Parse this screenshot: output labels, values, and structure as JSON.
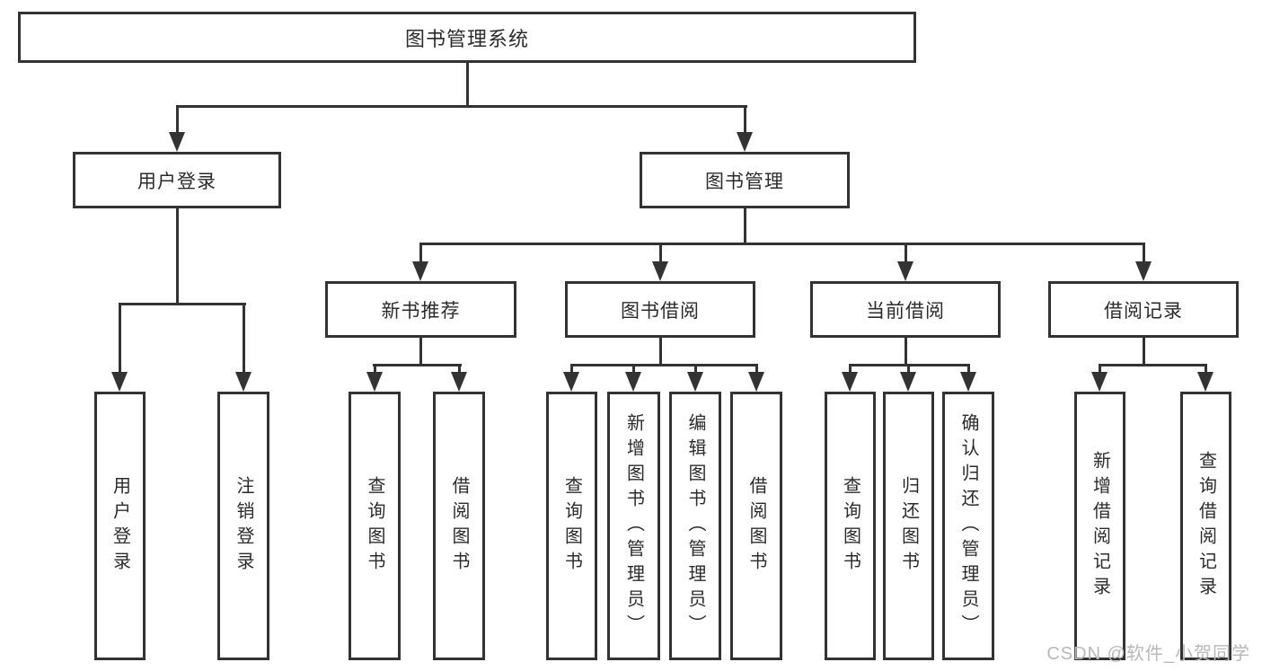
{
  "tree": {
    "root": {
      "label": "图书管理系统"
    },
    "branches": [
      {
        "label": "用户登录",
        "leaves": [
          {
            "label": "用户登录"
          },
          {
            "label": "注销登录"
          }
        ]
      },
      {
        "label": "图书管理",
        "groups": [
          {
            "label": "新书推荐",
            "leaves": [
              {
                "label": "查询图书"
              },
              {
                "label": "借阅图书"
              }
            ]
          },
          {
            "label": "图书借阅",
            "leaves": [
              {
                "label": "查询图书"
              },
              {
                "label": "新增图书（管理员）"
              },
              {
                "label": "编辑图书（管理员）"
              },
              {
                "label": "借阅图书"
              }
            ]
          },
          {
            "label": "当前借阅",
            "leaves": [
              {
                "label": "查询图书"
              },
              {
                "label": "归还图书"
              },
              {
                "label": "确认归还（管理员）"
              }
            ]
          },
          {
            "label": "借阅记录",
            "leaves": [
              {
                "label": "新增借阅记录"
              },
              {
                "label": "查询借阅记录"
              }
            ]
          }
        ]
      }
    ]
  },
  "watermark": {
    "text": "CSDN @软件_小贺同学",
    "color": "#b8b8b8"
  },
  "colors": {
    "line": "#333333",
    "box_border": "#333333",
    "box_background": "#ffffff",
    "text": "#2b2b2b",
    "page_background": "#ffffff"
  }
}
